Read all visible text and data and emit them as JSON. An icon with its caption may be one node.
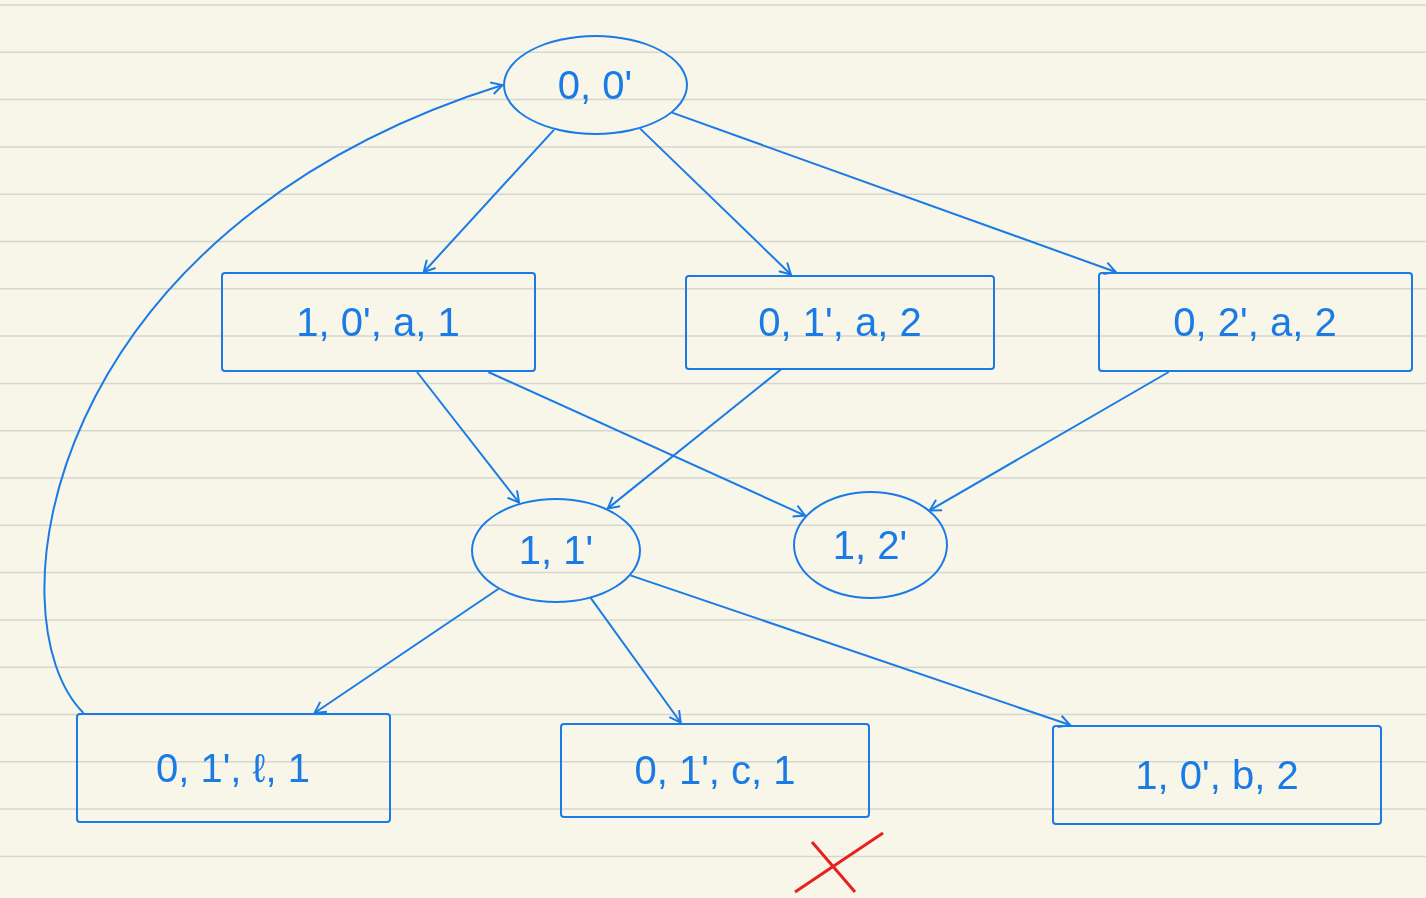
{
  "diagram": {
    "nodes": [
      {
        "text": [
          "0, 0'"
        ]
      },
      {
        "text": [
          "1, 0', a, 1"
        ]
      },
      {
        "text": [
          "0, 1', a, 2"
        ]
      },
      {
        "text": [
          "0, 2', a, 2"
        ]
      },
      {
        "text": [
          "1, 1'"
        ]
      },
      {
        "text": [
          "1, 2'"
        ]
      },
      {
        "text": [
          "0, 1', ℓ, 1"
        ]
      },
      {
        "text": [
          "0, 1', c, 1"
        ]
      },
      {
        "text": [
          "1, 0', b, 2"
        ]
      }
    ],
    "edges": [
      {
        "from": 0,
        "to": 1,
        "arrow": "to"
      },
      {
        "from": 0,
        "to": 2,
        "arrow": "to"
      },
      {
        "from": 0,
        "to": 3,
        "arrow": "to"
      },
      {
        "from": 1,
        "to": 4,
        "arrow": "to"
      },
      {
        "from": 1,
        "to": 5,
        "arrow": "to"
      },
      {
        "from": 2,
        "to": 4,
        "arrow": "to"
      },
      {
        "from": 3,
        "to": 5,
        "arrow": "to"
      },
      {
        "from": 4,
        "to": 6,
        "arrow": "to"
      },
      {
        "from": 4,
        "to": 7,
        "arrow": "to"
      },
      {
        "from": 4,
        "to": 8,
        "arrow": "to"
      },
      {
        "from": 6,
        "to": 0,
        "arrow": "to"
      }
    ]
  }
}
